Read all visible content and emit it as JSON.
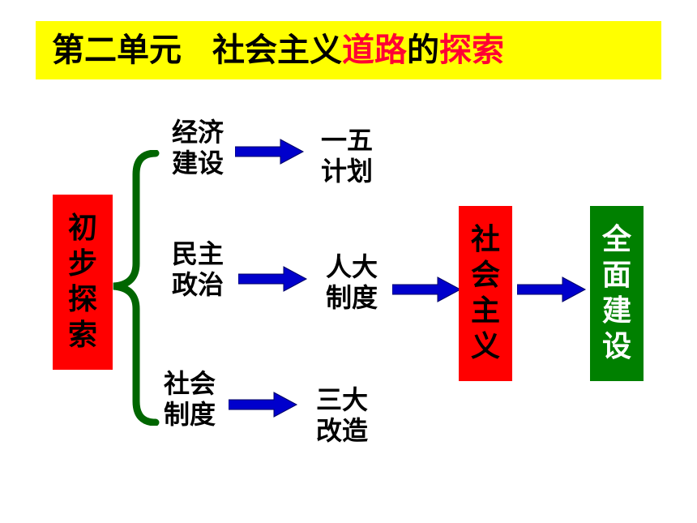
{
  "title": {
    "part1": "第二单元",
    "part2": "社会主义",
    "part3": "道路",
    "part4": "的",
    "part5": "探索",
    "accent_color": "#ff0033",
    "background": "#ffff00"
  },
  "start_box": {
    "lines": [
      "初",
      "步",
      "探",
      "索"
    ],
    "color": "#ff0000"
  },
  "branches": [
    {
      "label": [
        "经济",
        "建设"
      ],
      "result": [
        "一五",
        "计划"
      ]
    },
    {
      "label": [
        "民主",
        "政治"
      ],
      "result": [
        "人大",
        "制度"
      ]
    },
    {
      "label": [
        "社会",
        "制度"
      ],
      "result": [
        "三大",
        "改造"
      ]
    }
  ],
  "socialism_box": {
    "lines": [
      "社",
      "会",
      "主",
      "义"
    ],
    "color": "#ff0000"
  },
  "final_box": {
    "lines": [
      "全",
      "面",
      "建",
      "设"
    ],
    "color": "#008000"
  },
  "arrow_color": "#0000cc",
  "brace_color": "#006600"
}
